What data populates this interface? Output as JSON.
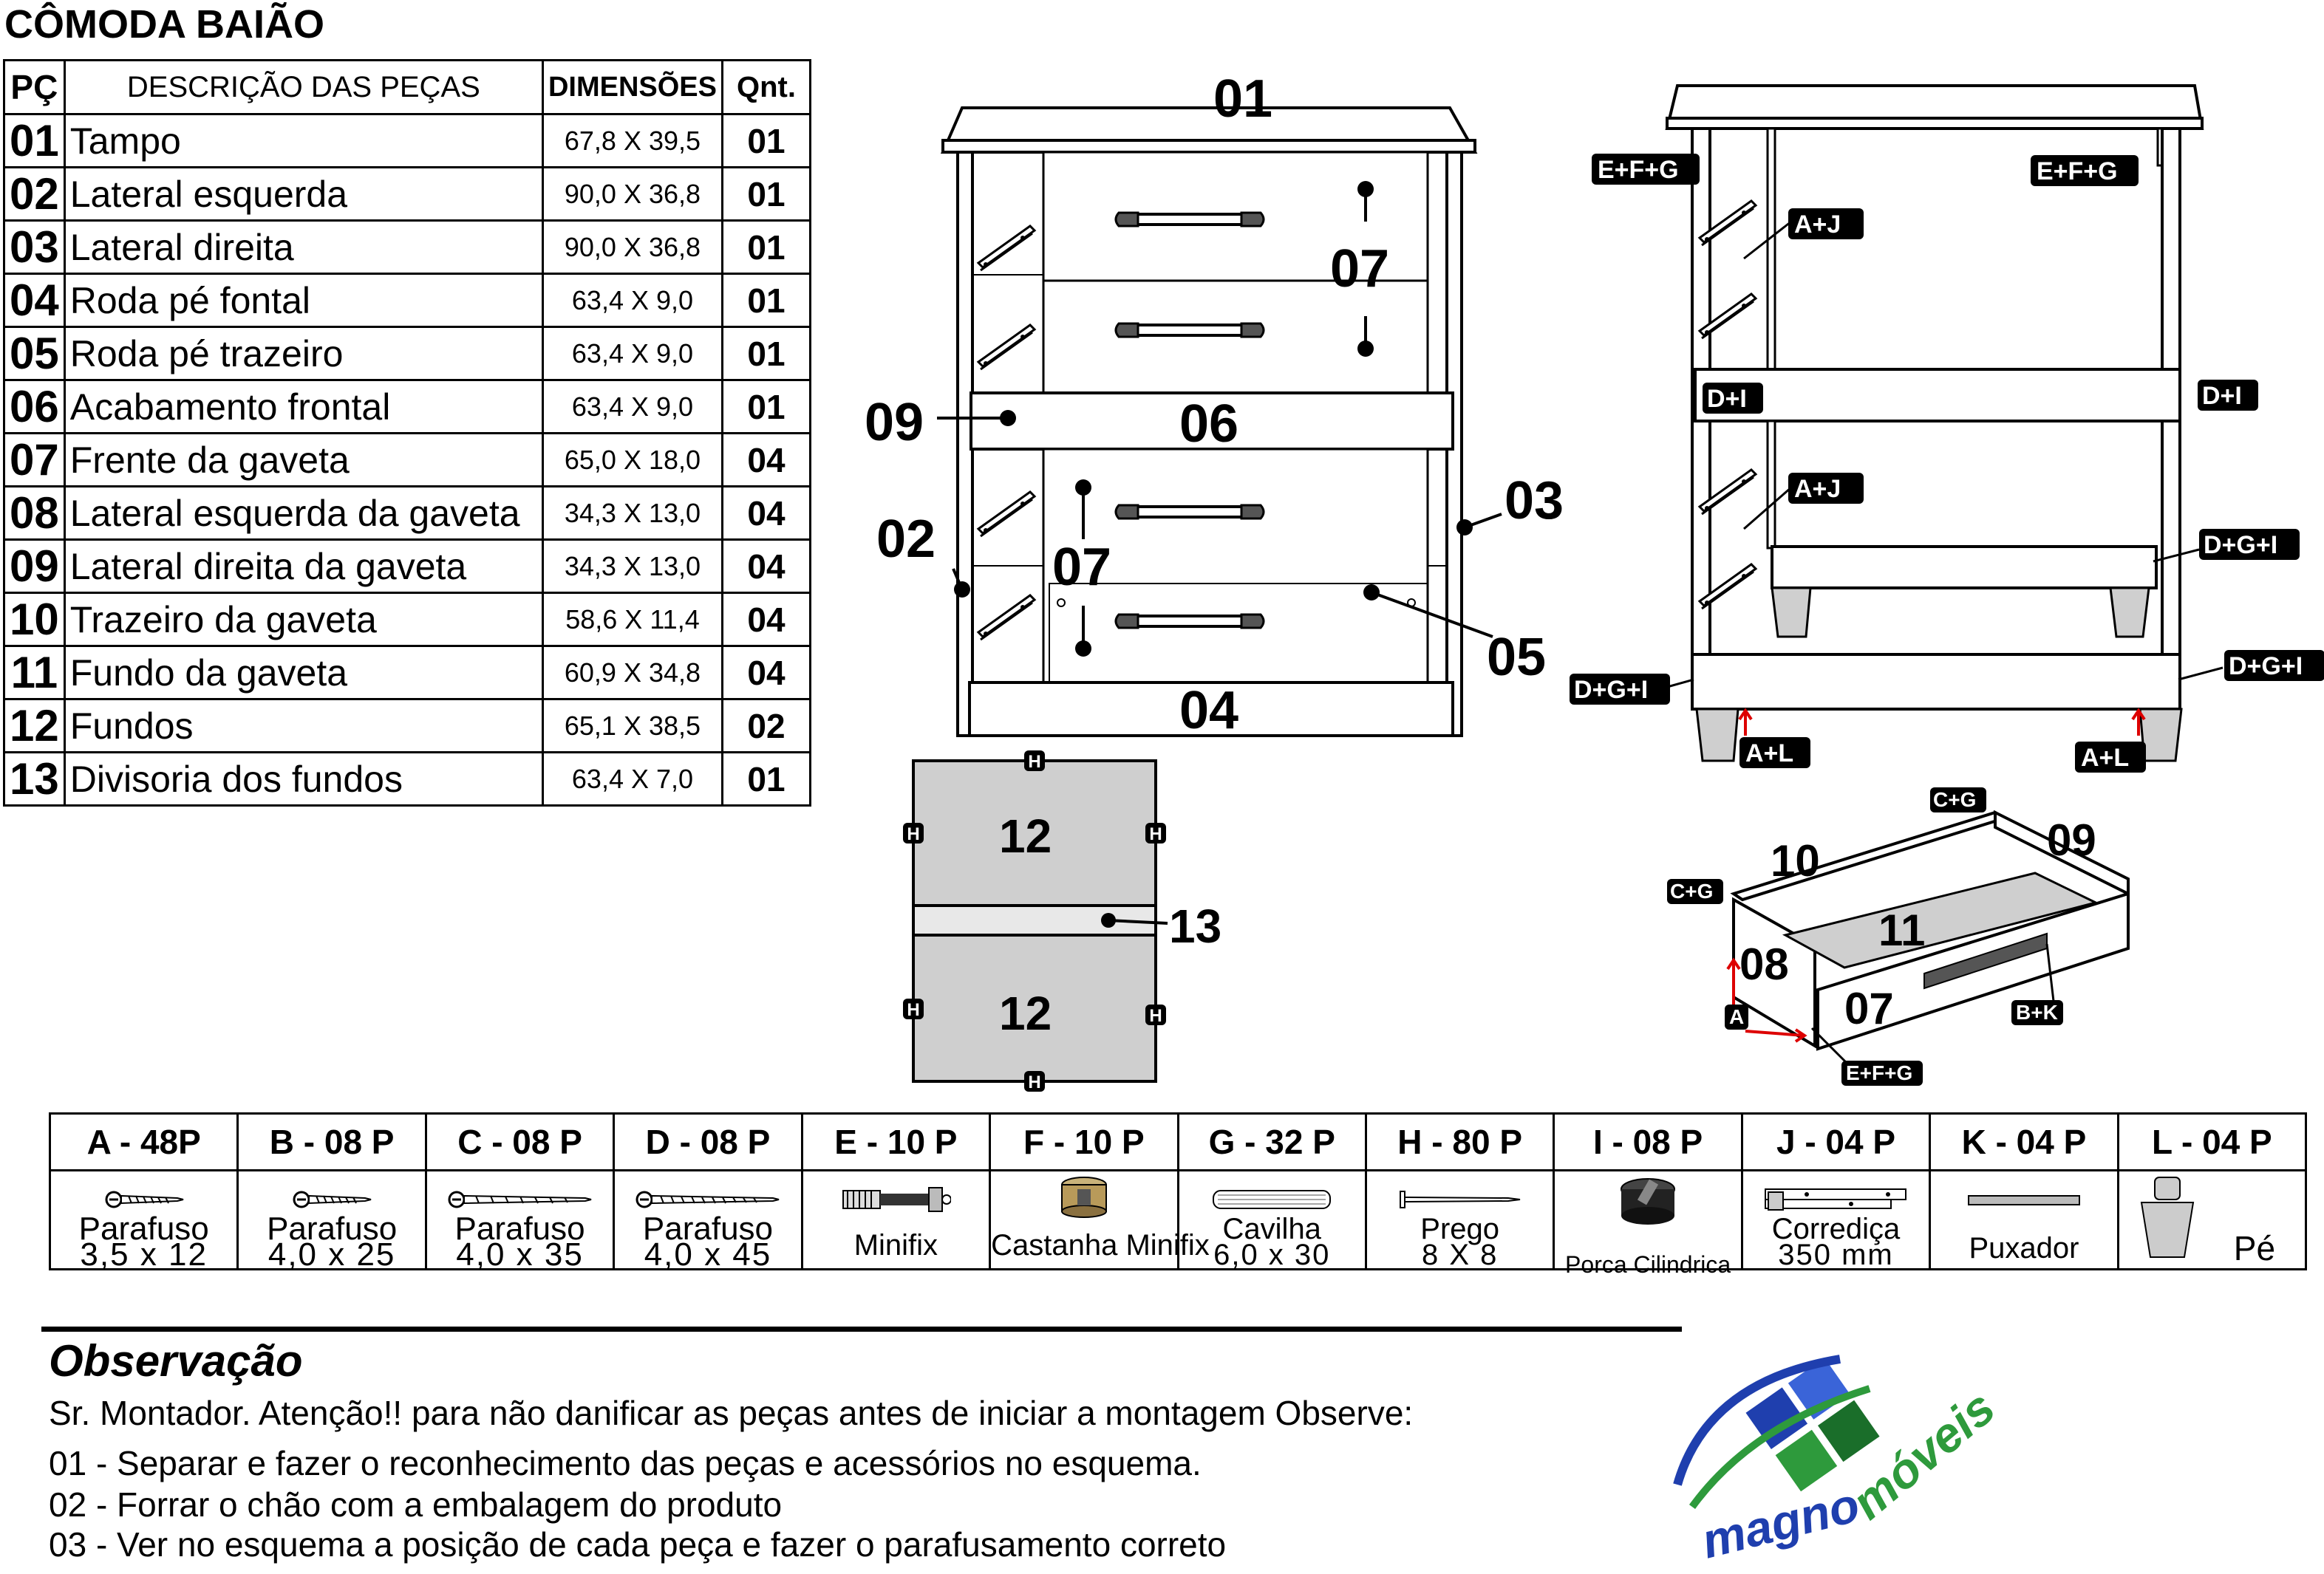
{
  "title": "CÔMODA BAIÃO",
  "table": {
    "headers": [
      "PÇ",
      "DESCRIÇÃO DAS PEÇAS",
      "DIMENSÕES",
      "Qnt."
    ],
    "rows": [
      {
        "pc": "01",
        "desc": "Tampo",
        "dim": "67,8 X 39,5",
        "qty": "01"
      },
      {
        "pc": "02",
        "desc": "Lateral esquerda",
        "dim": "90,0 X 36,8",
        "qty": "01"
      },
      {
        "pc": "03",
        "desc": "Lateral direita",
        "dim": "90,0 X 36,8",
        "qty": "01"
      },
      {
        "pc": "04",
        "desc": "Roda pé fontal",
        "dim": "63,4 X 9,0",
        "qty": "01"
      },
      {
        "pc": "05",
        "desc": "Roda pé trazeiro",
        "dim": "63,4 X 9,0",
        "qty": "01"
      },
      {
        "pc": "06",
        "desc": "Acabamento frontal",
        "dim": "63,4 X 9,0",
        "qty": "01"
      },
      {
        "pc": "07",
        "desc": "Frente da gaveta",
        "dim": "65,0 X 18,0",
        "qty": "04"
      },
      {
        "pc": "08",
        "desc": "Lateral esquerda da gaveta",
        "dim": "34,3 X 13,0",
        "qty": "04"
      },
      {
        "pc": "09",
        "desc": "Lateral direita da gaveta",
        "dim": "34,3 X 13,0",
        "qty": "04"
      },
      {
        "pc": "10",
        "desc": "Trazeiro da gaveta",
        "dim": "58,6 X 11,4",
        "qty": "04"
      },
      {
        "pc": "11",
        "desc": "Fundo da gaveta",
        "dim": "60,9 X 34,8",
        "qty": "04"
      },
      {
        "pc": "12",
        "desc": "Fundos",
        "dim": "65,1 X 38,5",
        "qty": "02"
      },
      {
        "pc": "13",
        "desc": "Divisoria dos fundos",
        "dim": "63,4 X 7,0",
        "qty": "01"
      }
    ]
  },
  "front_view": {
    "labels": {
      "p01": "01",
      "p07a": "07",
      "p09": "09",
      "p06": "06",
      "p03": "03",
      "p02": "02",
      "p07b": "07",
      "p05": "05",
      "p04": "04"
    }
  },
  "back_panel": {
    "labels": {
      "p12a": "12",
      "p13": "13",
      "p12b": "12"
    },
    "hole_tag": "H"
  },
  "side_view": {
    "tags": {
      "efg_left": "E+F+G",
      "efg_right": "E+F+G",
      "aj_top": "A+J",
      "di_left": "D+I",
      "di_right": "D+I",
      "aj_mid": "A+J",
      "dgi_right_top": "D+G+I",
      "dgi_left": "D+G+I",
      "dgi_right_bottom": "D+G+I",
      "al_left": "A+L",
      "al_right": "A+L"
    }
  },
  "drawer": {
    "labels": {
      "p10": "10",
      "p09": "09",
      "p11": "11",
      "p08": "08",
      "p07": "07"
    },
    "tags": {
      "cg_top": "C+G",
      "cg_left": "C+G",
      "a": "A",
      "bk": "B+K",
      "efg": "E+F+G"
    }
  },
  "hardware": [
    {
      "code": "A - 48P",
      "line1": "Parafuso",
      "line2": "3,5 x 12",
      "icon": "screw-small"
    },
    {
      "code": "B - 08 P",
      "line1": "Parafuso",
      "line2": "4,0 x 25",
      "icon": "screw-small"
    },
    {
      "code": "C - 08 P",
      "line1": "Parafuso",
      "line2": "4,0 x 35",
      "icon": "screw-medium"
    },
    {
      "code": "D - 08 P",
      "line1": "Parafuso",
      "line2": "4,0 x 45",
      "icon": "screw-long"
    },
    {
      "code": "E - 10 P",
      "line1": "Minifix",
      "line2": "",
      "icon": "minifix-bolt"
    },
    {
      "code": "F - 10 P",
      "line1": "Castanha Minifix",
      "line2": "",
      "icon": "cam-lock"
    },
    {
      "code": "G - 32 P",
      "line1": "Cavilha",
      "line2": "6,0 x 30",
      "icon": "dowel"
    },
    {
      "code": "H - 80 P",
      "line1": "Prego",
      "line2": "8 X 8",
      "icon": "nail"
    },
    {
      "code": "I - 08 P",
      "line1": "Porca Cilindrica",
      "line2": "",
      "icon": "barrel-nut"
    },
    {
      "code": "J  - 04 P",
      "line1": "Corrediça",
      "line2": "350 mm",
      "icon": "drawer-slide"
    },
    {
      "code": "K - 04 P",
      "line1": "Puxador",
      "line2": "",
      "icon": "handle"
    },
    {
      "code": "L - 04 P",
      "line1": "Pé",
      "line2": "",
      "icon": "foot"
    }
  ],
  "observacao": {
    "title": "Observação",
    "intro": "Sr. Montador. Atenção!! para não danificar as peças antes de iniciar a montagem Observe:",
    "items": [
      "01 - Separar e fazer o reconhecimento das peças e acessórios no esquema.",
      "02 - Forrar o chão com a embalagem do produto",
      "03 - Ver no esquema a posição de cada peça e fazer o parafusamento correto"
    ]
  },
  "logo": {
    "word1": "magno",
    "word2": "móveis",
    "colors": {
      "blue": "#1f3fae",
      "green": "#2e9a3c",
      "darkgreen": "#1a6e2a"
    }
  }
}
